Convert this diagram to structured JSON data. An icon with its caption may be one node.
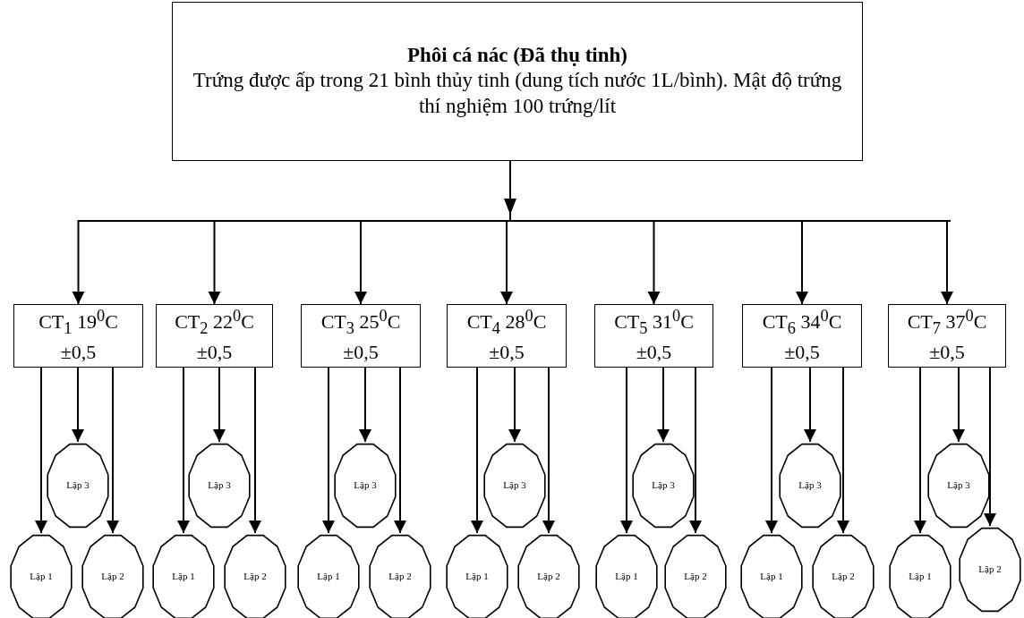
{
  "diagram": {
    "nodes": [
      {
        "text": [
          "Phôi cá nác (Đã thụ tinh)",
          "Trứng được ấp trong 21 bình thủy tinh (dung tích nước 1L/bình). Mật độ trứng thí nghiệm 100 trứng/lít"
        ]
      },
      {
        "text": [
          "CT$_{1}$ 19$^{0}$C ±0,5"
        ]
      },
      {
        "text": [
          "CT$_{2}$ 22$^{0}$C ±0,5"
        ]
      },
      {
        "text": [
          "CT$_{3}$ 25$^{0}$C ±0,5"
        ]
      },
      {
        "text": [
          "CT$_{4}$ 28$^{0}$C ±0,5"
        ]
      },
      {
        "text": [
          "CT$_{5}$ 31$^{0}$C ±0,5"
        ]
      },
      {
        "text": [
          "CT$_{6}$ 34$^{0}$C ±0,5"
        ]
      },
      {
        "text": [
          "CT$_{7}$ 37$^{0}$C ±0,5"
        ]
      },
      {
        "text": [
          "Lặp 3"
        ]
      },
      {
        "text": [
          "Lặp 3"
        ]
      },
      {
        "text": [
          "Lặp 3"
        ]
      },
      {
        "text": [
          "Lặp 3"
        ]
      },
      {
        "text": [
          "Lặp 3"
        ]
      },
      {
        "text": [
          "Lặp 3"
        ]
      },
      {
        "text": [
          "Lặp 3"
        ]
      },
      {
        "text": [
          "Lặp 1"
        ]
      },
      {
        "text": [
          "Lặp 2"
        ]
      },
      {
        "text": [
          "Lặp 1"
        ]
      },
      {
        "text": [
          "Lặp 2"
        ]
      },
      {
        "text": [
          "Lặp 1"
        ]
      },
      {
        "text": [
          "Lặp 2"
        ]
      },
      {
        "text": [
          "Lặp 1"
        ]
      },
      {
        "text": [
          "Lặp 2"
        ]
      },
      {
        "text": [
          "Lặp 1"
        ]
      },
      {
        "text": [
          "Lặp 2"
        ]
      },
      {
        "text": [
          "Lặp 1"
        ]
      },
      {
        "text": [
          "Lặp 2"
        ]
      },
      {
        "text": [
          "Lặp 1"
        ]
      },
      {
        "text": [
          "Lặp 2"
        ]
      }
    ],
    "edges": [
      {
        "from": 0,
        "to": 1,
        "arrow": "to"
      },
      {
        "from": 0,
        "to": 2,
        "arrow": "to"
      },
      {
        "from": 0,
        "to": 3,
        "arrow": "to"
      },
      {
        "from": 0,
        "to": 4,
        "arrow": "to"
      },
      {
        "from": 0,
        "to": 5,
        "arrow": "to"
      },
      {
        "from": 0,
        "to": 6,
        "arrow": "to"
      },
      {
        "from": 0,
        "to": 7,
        "arrow": "to"
      },
      {
        "from": 1,
        "to": 15,
        "arrow": "to"
      },
      {
        "from": 1,
        "to": 8,
        "arrow": "to"
      },
      {
        "from": 1,
        "to": 16,
        "arrow": "to"
      },
      {
        "from": 2,
        "to": 17,
        "arrow": "to"
      },
      {
        "from": 2,
        "to": 9,
        "arrow": "to"
      },
      {
        "from": 2,
        "to": 18,
        "arrow": "to"
      },
      {
        "from": 3,
        "to": 19,
        "arrow": "to"
      },
      {
        "from": 3,
        "to": 10,
        "arrow": "to"
      },
      {
        "from": 3,
        "to": 20,
        "arrow": "to"
      },
      {
        "from": 4,
        "to": 21,
        "arrow": "to"
      },
      {
        "from": 4,
        "to": 11,
        "arrow": "to"
      },
      {
        "from": 4,
        "to": 22,
        "arrow": "to"
      },
      {
        "from": 5,
        "to": 23,
        "arrow": "to"
      },
      {
        "from": 5,
        "to": 12,
        "arrow": "to"
      },
      {
        "from": 5,
        "to": 24,
        "arrow": "to"
      },
      {
        "from": 6,
        "to": 25,
        "arrow": "to"
      },
      {
        "from": 6,
        "to": 13,
        "arrow": "to"
      },
      {
        "from": 6,
        "to": 26,
        "arrow": "to"
      },
      {
        "from": 7,
        "to": 27,
        "arrow": "to"
      },
      {
        "from": 7,
        "to": 14,
        "arrow": "to"
      },
      {
        "from": 7,
        "to": 28,
        "arrow": "to"
      }
    ]
  }
}
